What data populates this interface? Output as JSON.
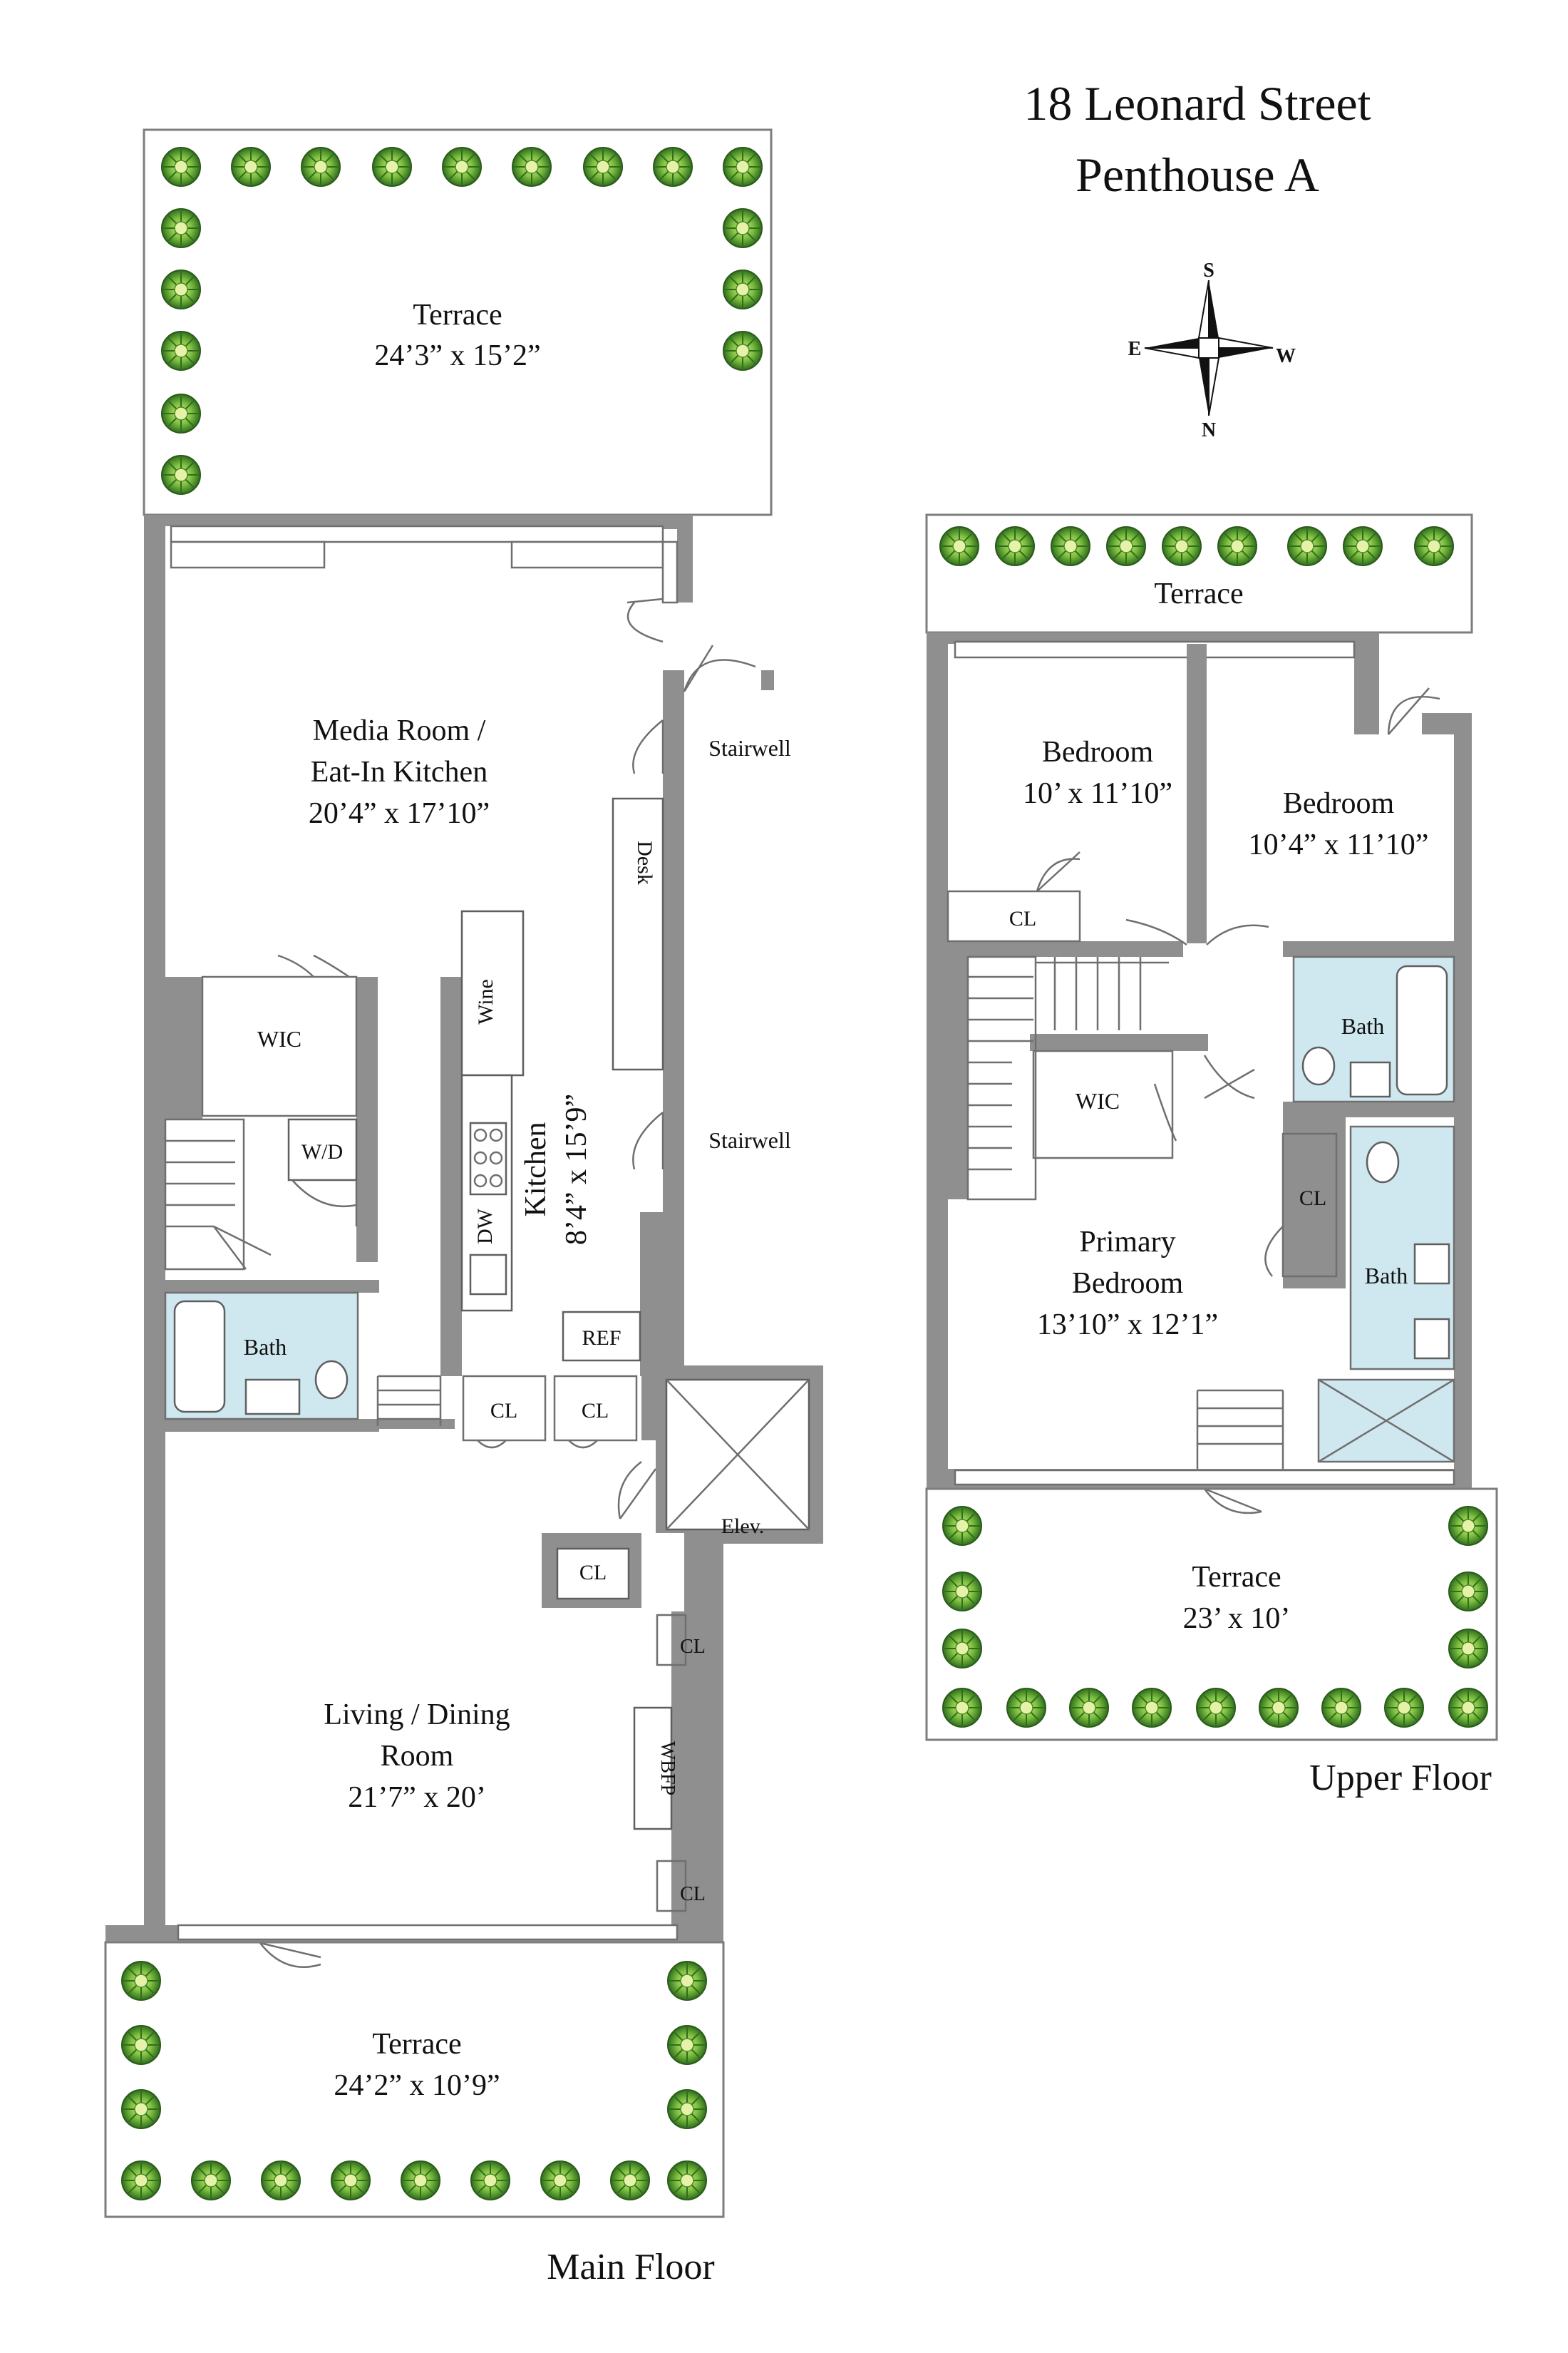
{
  "title": {
    "line1": "18 Leonard Street",
    "line2": "Penthouse A"
  },
  "compass": {
    "north": "N",
    "south": "S",
    "east": "E",
    "west": "W"
  },
  "floor_labels": {
    "main": "Main Floor",
    "upper": "Upper Floor"
  },
  "main_floor": {
    "terrace_top": {
      "name": "Terrace",
      "dims": "24’3” x 15’2”"
    },
    "media_room": {
      "name1": "Media Room /",
      "name2": "Eat-In Kitchen",
      "dims": "20’4” x 17’10”"
    },
    "stairwell_1": "Stairwell",
    "stairwell_2": "Stairwell",
    "desk": "Desk",
    "wine": "Wine",
    "kitchen": {
      "name": "Kitchen",
      "dims": "8’4” x 15’9”"
    },
    "dw": "DW",
    "ref": "REF",
    "wic": "WIC",
    "wd": "W/D",
    "bath": "Bath",
    "cl_1": "CL",
    "cl_2": "CL",
    "cl_3": "CL",
    "cl_4": "CL",
    "cl_5": "CL",
    "elev": "Elev.",
    "wbfp": "WBFP",
    "living": {
      "name1": "Living / Dining",
      "name2": "Room",
      "dims": "21’7” x 20’"
    },
    "terrace_bottom": {
      "name": "Terrace",
      "dims": "24’2” x 10’9”"
    }
  },
  "upper_floor": {
    "terrace_top": "Terrace",
    "bedroom_1": {
      "name": "Bedroom",
      "dims": "10’ x 11’10”"
    },
    "bedroom_2": {
      "name": "Bedroom",
      "dims": "10’4” x 11’10”"
    },
    "cl_1": "CL",
    "cl_2": "CL",
    "bath_1": "Bath",
    "bath_2": "Bath",
    "wic": "WIC",
    "primary": {
      "name1": "Primary",
      "name2": "Bedroom",
      "dims": "13’10” x 12’1”"
    },
    "terrace_bottom": {
      "name": "Terrace",
      "dims": "23’ x 10’"
    }
  },
  "colors": {
    "wall": "#8f8f8f",
    "bath": "#cfe8f0",
    "plant": "#6fae3a",
    "text": "#111111"
  }
}
